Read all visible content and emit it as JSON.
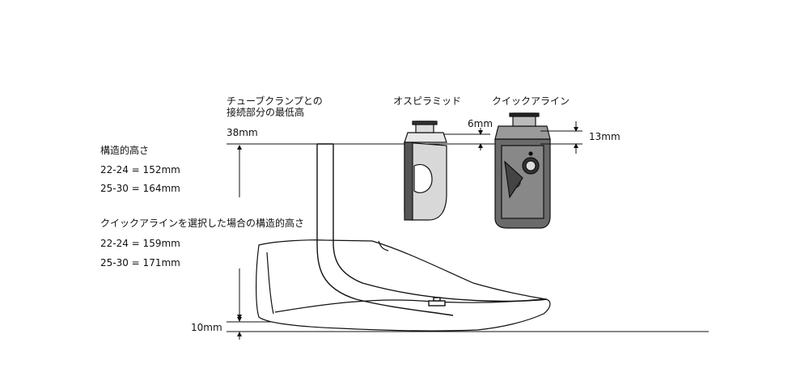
{
  "labels": {
    "tube_clamp_line1": "チューブクランプとの",
    "tube_clamp_line2": "接続部分の最低高",
    "tube_clamp_value": "38mm",
    "build_height_title": "構造的高さ",
    "build_height_2224": "22-24 = 152mm",
    "build_height_2530": "25-30 = 164mm",
    "quick_align_height_title": "クイックアラインを選択した場合の構造的高さ",
    "quick_align_height_2224": "22-24 = 159mm",
    "quick_align_height_2530": "25-30 = 171mm",
    "heel_offset": "10mm",
    "male_pyramid_title": "オスピラミッド",
    "male_pyramid_dim": "6mm",
    "quick_align_title": "クイックアライン",
    "quick_align_dim": "13mm"
  }
}
